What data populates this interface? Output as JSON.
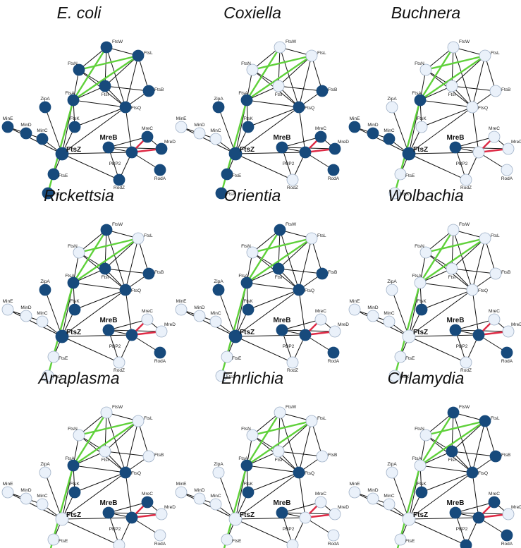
{
  "colors": {
    "present": "#174a7c",
    "absent": "#eaf1fa",
    "edge": "#111111",
    "green_edge": "#5fd13a",
    "red_edge": "#de2a45"
  },
  "labels": {
    "FtsW": "FtsW",
    "FtsN": "FtsN",
    "FtsL": "FtsL",
    "FtsA": "FtsA",
    "FtsI": "FtsI",
    "FtsB": "FtsB",
    "FtsQ": "FtsQ",
    "ZipA": "ZipA",
    "FtsK": "FtsK",
    "MinE": "MinE",
    "MinD": "MinD",
    "MinC": "MinC",
    "MreB": "MreB",
    "MreC": "MreC",
    "MreD": "MreD",
    "FtsZ": "FtsZ",
    "PBP2": "PBP2",
    "FtsE": "FtsE",
    "RodA": "RodA",
    "RodZ": "RodZ",
    "FtsX": "FtsX"
  },
  "panels": [
    {
      "title": "E. coli",
      "present": [
        "FtsW",
        "FtsN",
        "FtsL",
        "FtsA",
        "FtsI",
        "FtsB",
        "FtsQ",
        "ZipA",
        "FtsK",
        "MinE",
        "MinD",
        "MinC",
        "MreB",
        "MreC",
        "MreD",
        "FtsZ",
        "PBP2",
        "FtsE",
        "RodA",
        "RodZ",
        "FtsX"
      ]
    },
    {
      "title": "Coxiella",
      "present": [
        "FtsA",
        "FtsB",
        "FtsQ",
        "ZipA",
        "FtsK",
        "MreB",
        "MreC",
        "MreD",
        "FtsZ",
        "PBP2",
        "FtsE",
        "RodA",
        "FtsX"
      ]
    },
    {
      "title": "Buchnera",
      "present": [
        "FtsA",
        "MinE",
        "MinD",
        "MinC",
        "MreB",
        "FtsZ"
      ]
    },
    {
      "title": "Rickettsia",
      "present": [
        "FtsW",
        "FtsA",
        "FtsI",
        "FtsB",
        "FtsQ",
        "ZipA",
        "FtsK",
        "MreB",
        "FtsZ",
        "PBP2",
        "RodA"
      ]
    },
    {
      "title": "Orientia",
      "present": [
        "FtsW",
        "FtsA",
        "FtsI",
        "FtsB",
        "FtsQ",
        "ZipA",
        "FtsK",
        "MreB",
        "FtsZ",
        "PBP2",
        "RodA"
      ]
    },
    {
      "title": "Wolbachia",
      "present": [
        "FtsK",
        "MreB",
        "PBP2",
        "RodA"
      ]
    },
    {
      "title": "Anaplasma",
      "present": [
        "FtsA",
        "FtsQ",
        "FtsK",
        "MreB",
        "MreC",
        "PBP2"
      ]
    },
    {
      "title": "Ehrlichia",
      "present": [
        "FtsA",
        "FtsQ",
        "FtsK",
        "MreB"
      ]
    },
    {
      "title": "Chlamydia",
      "present": [
        "FtsW",
        "FtsL",
        "FtsI",
        "FtsB",
        "FtsQ",
        "FtsK",
        "MreB",
        "MreC",
        "PBP2",
        "RodA",
        "RodZ"
      ]
    }
  ]
}
